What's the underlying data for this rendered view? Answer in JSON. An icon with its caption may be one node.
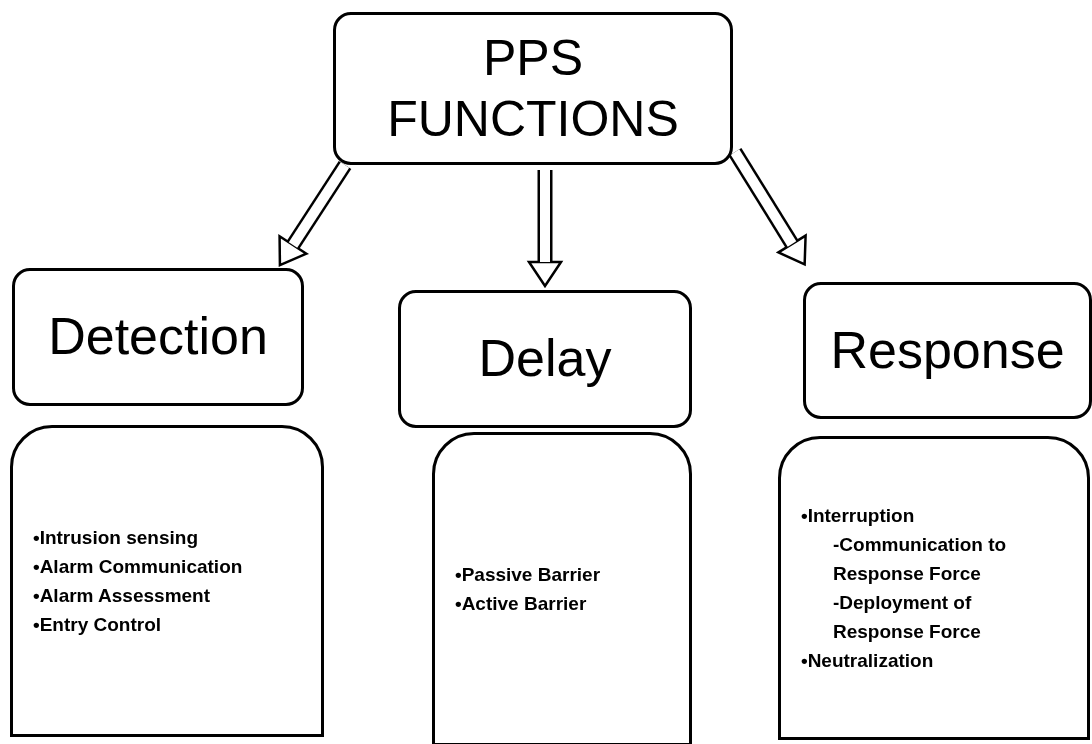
{
  "diagram": {
    "nodes": [
      {
        "text": [
          "PPS FUNCTIONS"
        ]
      },
      {
        "text": [
          "Detection"
        ]
      },
      {
        "text": [
          "Delay"
        ]
      },
      {
        "text": [
          "Response"
        ]
      },
      {
        "text": [
          "•Intrusion sensing",
          "•Alarm Communication",
          "•Alarm Assessment",
          "•Entry Control"
        ]
      },
      {
        "text": [
          "•Passive Barrier",
          "•Active Barrier"
        ]
      },
      {
        "text": [
          "•Interruption",
          "-Communication to Response Force",
          "-Deployment of Response Force",
          "•Neutralization"
        ]
      }
    ],
    "edges": [
      {
        "from": 0,
        "to": 1,
        "arrow": "to"
      },
      {
        "from": 0,
        "to": 2,
        "arrow": "to"
      },
      {
        "from": 0,
        "to": 3,
        "arrow": "to"
      }
    ]
  }
}
